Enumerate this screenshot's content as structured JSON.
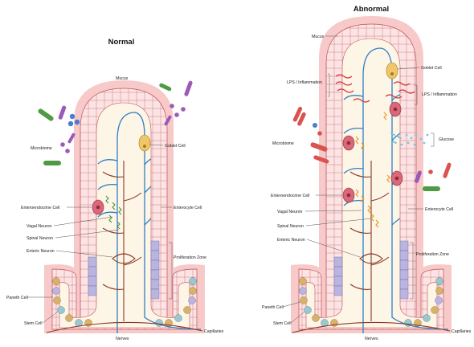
{
  "titles": {
    "normal": "Normal",
    "abnormal": "Abnormal"
  },
  "normal_labels": {
    "mucus": "Mucus",
    "goblet_cell": "Goblet Cell",
    "microbiome": "Microbiome",
    "enteroendocrine_cell": "Enteroendocrine Cell",
    "enterocyte_cell": "Enterocyte Cell",
    "vagal_neuron": "Vagal Neuron",
    "spinal_neuron": "Spinal Neuron",
    "enteric_neuron": "Enteric Neuron",
    "proliferation_zone": "Proliferation Zone",
    "paneth_cell": "Paneth Cell",
    "stem_cell": "Stem Cell",
    "nerves": "Nerves",
    "capillaries": "Capillaries"
  },
  "abnormal_labels": {
    "mucus": "Mucus",
    "goblet_cell": "Goblet Cell",
    "lps_left": "LPS / Inflammation",
    "lps_right": "LPS / Inflammation",
    "microbiome": "Microbiome",
    "glucose": "Glucose",
    "enteroendocrine_cell": "Enteroendocrine Cell",
    "enterocyte_cell": "Enterocyte Cell",
    "vagal_neuron": "Vagal Neuron",
    "spinal_neuron": "Spinal Neuron",
    "enteric_neuron": "Enteric Neuron",
    "proliferation_zone": "Proliferation Zone",
    "paneth_cell": "Paneth Cell",
    "stem_cell": "Stem Cell",
    "nerves": "Nerves",
    "capillaries": "Capillaries"
  },
  "colors": {
    "mucus": "#f7c9c9",
    "cell_fill": "#fce4e4",
    "cell_stroke": "#c0525a",
    "lamina": "#fdf5e6",
    "capillary": "#2f7fc6",
    "nerve": "#8a3a26",
    "goblet": "#f0c66b",
    "enteroendocrine": "#d9687a",
    "proliferation": "#b9b5df",
    "paneth": "#d9b26a",
    "stem": "#9bc7cf",
    "neuron_signal": "#3d9a3d",
    "inflammation": "#d43c3c",
    "glucose": "#7cc7de",
    "bacteria_green": "#4f9a45",
    "bacteria_purple": "#9a5ab8",
    "bacteria_blue": "#4a7ccf",
    "bacteria_red": "#d9534f"
  }
}
